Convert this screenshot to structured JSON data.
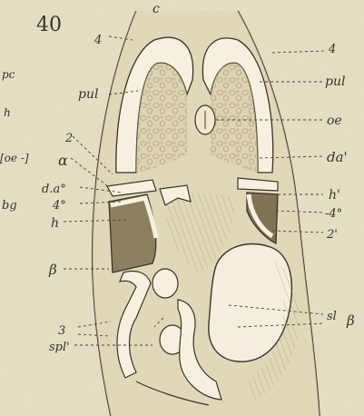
{
  "figure": {
    "number": "40",
    "labels": {
      "c": "c",
      "l4_left": "4",
      "l4_right": "4",
      "pc": "pc",
      "h_left": "h",
      "oe_left": "[oe -]",
      "bg": "bg",
      "pul_left": "pul",
      "pul_right": "pul",
      "oe": "oe",
      "two": "2",
      "alpha": "α",
      "da_left": "d.a°",
      "da_right": "da'",
      "four_deg_left": "4°",
      "h_prime": "h'",
      "four_deg_right": "-4°",
      "n_left": "h",
      "two_prime": "2'",
      "beta_left": "β",
      "sl": "sl",
      "beta_right": "β",
      "three": "3",
      "spl": "spl'"
    }
  }
}
